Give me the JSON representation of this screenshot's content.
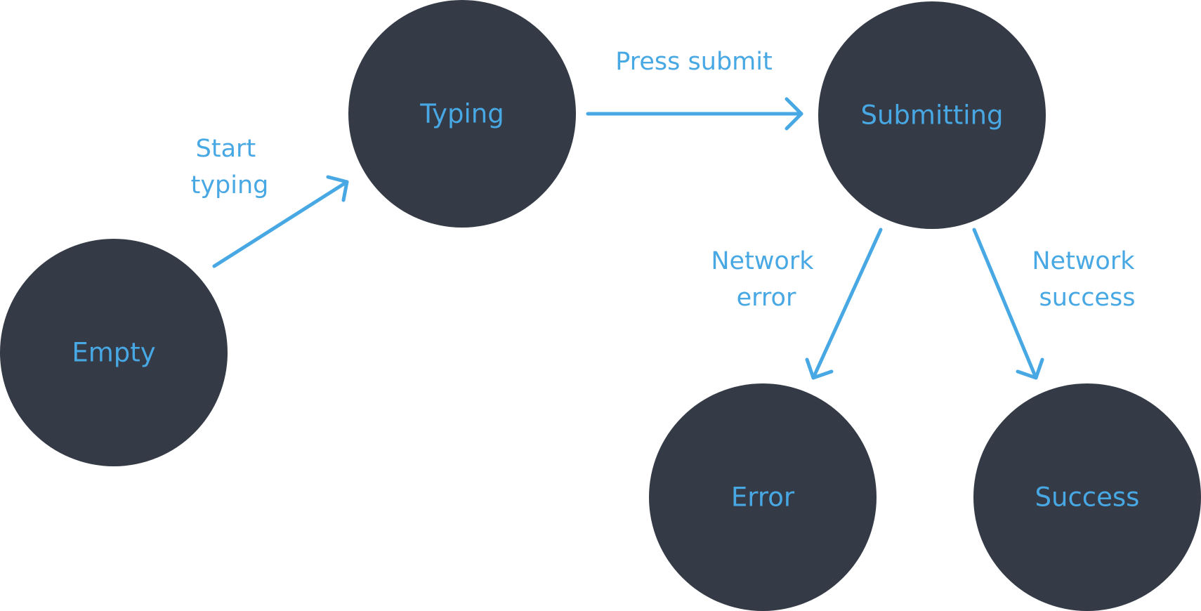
{
  "colors": {
    "node_fill": "#343a46",
    "accent": "#48a8e4",
    "background": "#ffffff"
  },
  "states": {
    "empty": "Empty",
    "typing": "Typing",
    "submitting": "Submitting",
    "error": "Error",
    "success": "Success"
  },
  "transitions": {
    "start_typing": [
      "Start",
      "typing"
    ],
    "press_submit": [
      "Press submit"
    ],
    "network_error": [
      "Network",
      "error"
    ],
    "network_success": [
      "Network",
      "success"
    ]
  }
}
